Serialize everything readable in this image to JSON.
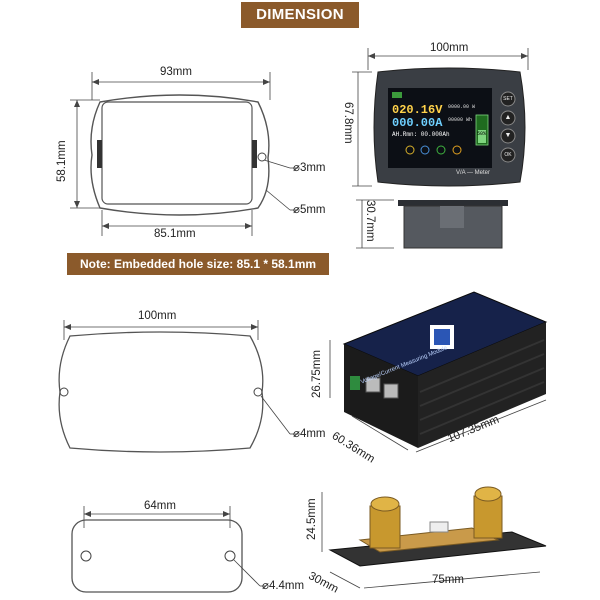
{
  "title": "DIMENSION",
  "note": "Note: Embedded hole size: 85.1 * 58.1mm",
  "panel1": {
    "width": "93mm",
    "height": "58.1mm",
    "inner_width": "85.1mm",
    "hole_small": "3mm",
    "hole_large": "5mm"
  },
  "meter": {
    "width": "100mm",
    "height": "67.8mm",
    "depth": "30.7mm",
    "voltage": "020.16V",
    "current": "000.00A",
    "power_readout": "0000.00 W",
    "energy_readout": "00000 Wh",
    "ah_readout": "AH.Rmn: 00.000Ah",
    "percent": "50%",
    "caption": "V/A — Meter",
    "buttons": [
      "SET",
      "▲",
      "▼",
      "OK"
    ]
  },
  "panel2": {
    "width": "100mm",
    "hole": "4mm"
  },
  "module": {
    "height": "26.75mm",
    "depth": "60.36mm",
    "length": "107.35mm",
    "label": "Voltage/Current Measuring Module"
  },
  "panel3": {
    "width": "64mm",
    "hole": "4.4mm"
  },
  "shunt": {
    "height": "24.5mm",
    "depth": "30mm",
    "length": "75mm"
  }
}
